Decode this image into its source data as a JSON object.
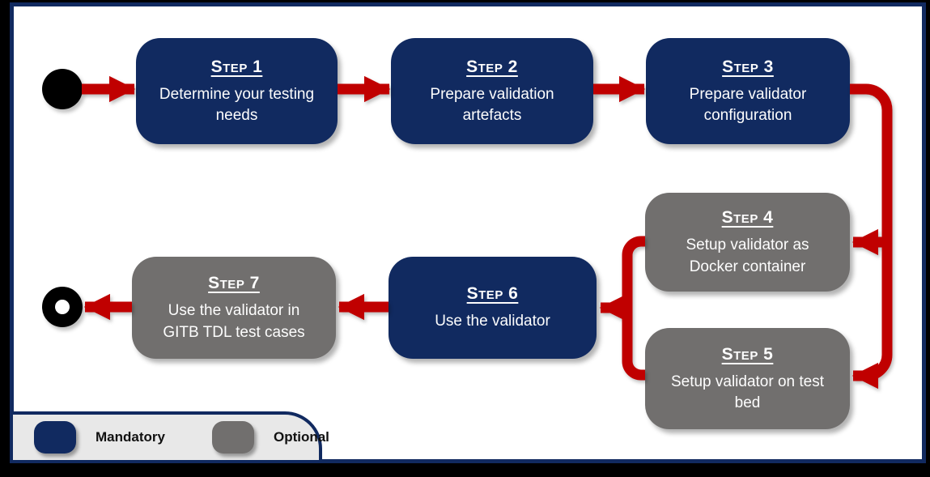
{
  "steps": [
    {
      "title": "Step 1",
      "text": "Determine your testing needs",
      "type": "mandatory"
    },
    {
      "title": "Step 2",
      "text": "Prepare validation artefacts",
      "type": "mandatory"
    },
    {
      "title": "Step 3",
      "text": "Prepare validator configuration",
      "type": "mandatory"
    },
    {
      "title": "Step 4",
      "text": "Setup validator as Docker container",
      "type": "optional"
    },
    {
      "title": "Step 5",
      "text": "Setup validator on test bed",
      "type": "optional"
    },
    {
      "title": "Step 6",
      "text": "Use the validator",
      "type": "mandatory"
    },
    {
      "title": "Step 7",
      "text": "Use the validator in GITB TDL test cases",
      "type": "optional"
    }
  ],
  "legend": {
    "items": [
      {
        "label": "Mandatory",
        "color": "#112a60"
      },
      {
        "label": "Optional",
        "color": "#716f6e"
      }
    ]
  },
  "flow": {
    "start_node": "start",
    "end_node": "end",
    "edges": [
      "start->step1",
      "step1->step2",
      "step2->step3",
      "step3->step4",
      "step3->step5",
      "step4->step6",
      "step5->step6",
      "step6->step7",
      "step7->end"
    ]
  },
  "colors": {
    "mandatory": "#112a60",
    "optional": "#716f6e",
    "arrow": "#c00000",
    "panel-border": "#112a60",
    "legend-bg": "#e8e8e8",
    "node": "#000000"
  }
}
